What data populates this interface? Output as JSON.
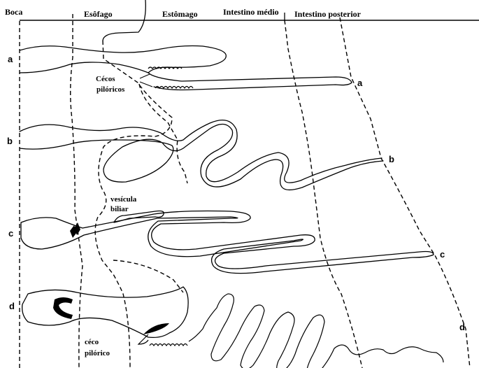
{
  "header": {
    "regions": [
      "Boca",
      "Esôfago",
      "Estômago",
      "Intestino médio",
      "Intestino posterior"
    ]
  },
  "annotations": {
    "cecos_line1": "Cécos",
    "cecos_line2": "pilóricos",
    "vesicula_line1": "vesícula",
    "vesicula_line2": "biliar",
    "ceco_line1": "céco",
    "ceco_line2": "pilórico"
  },
  "rows": [
    {
      "left": "a",
      "right": "a"
    },
    {
      "left": "b",
      "right": "b"
    },
    {
      "left": "c",
      "right": "c"
    },
    {
      "left": "d",
      "right": "d"
    }
  ]
}
